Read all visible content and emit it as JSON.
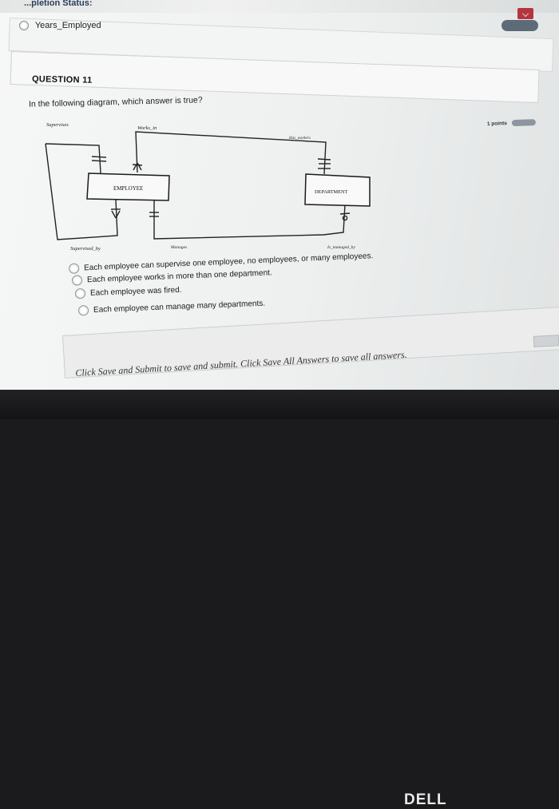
{
  "header": {
    "completion_label": "...pletion Status:"
  },
  "previous_question": {
    "option_label": "Years_Employed"
  },
  "question": {
    "number": "QUESTION 11",
    "text": "In the following diagram, which answer is true?",
    "points": "1 points"
  },
  "diagram": {
    "entities": {
      "employee": "EMPLOYEE",
      "department": "DEPARTMENT"
    },
    "relationships": {
      "supervises": "Supervises",
      "works_in": "Works_in",
      "has_workers": "Has_workers",
      "supervised_by": "Supervised_by",
      "manages": "Manages",
      "is_managed_by": "Is_managed_by"
    }
  },
  "options": [
    "Each employee can supervise one employee, no employees, or many employees.",
    "Each employee works in more than one department.",
    "Each employee was fired.",
    "Each employee can manage many departments."
  ],
  "footer": {
    "instruction": "Click Save and Submit to save and submit. Click Save All Answers to save all answers."
  },
  "brand": {
    "logo_text": "DELL"
  },
  "colors": {
    "accent_red": "#b3363e",
    "status_pill": "#5d6a78"
  }
}
